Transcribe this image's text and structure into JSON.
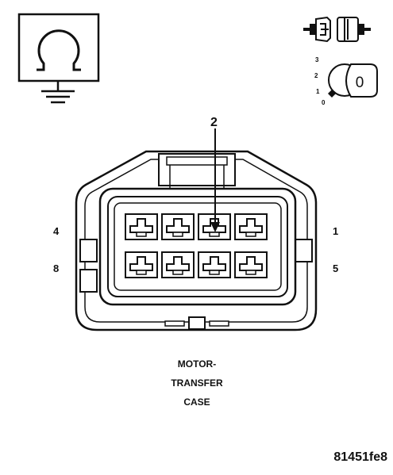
{
  "callout": {
    "number": "2"
  },
  "pin_labels": {
    "top_left": "4",
    "bottom_left": "8",
    "top_right": "1",
    "bottom_right": "5"
  },
  "caption": {
    "line1": "MOTOR-",
    "line2": "TRANSFER",
    "line3": "CASE"
  },
  "figure_id": "81451fe8",
  "ignition_dial": {
    "positions": [
      "3",
      "2",
      "1",
      "0"
    ],
    "key_value": "0"
  },
  "icons": {
    "ohmmeter": "ohmmeter-ground-icon",
    "connector": "disconnect-connector-icon",
    "ignition": "ignition-off-icon"
  },
  "colors": {
    "line": "#111111",
    "background": "#ffffff"
  }
}
